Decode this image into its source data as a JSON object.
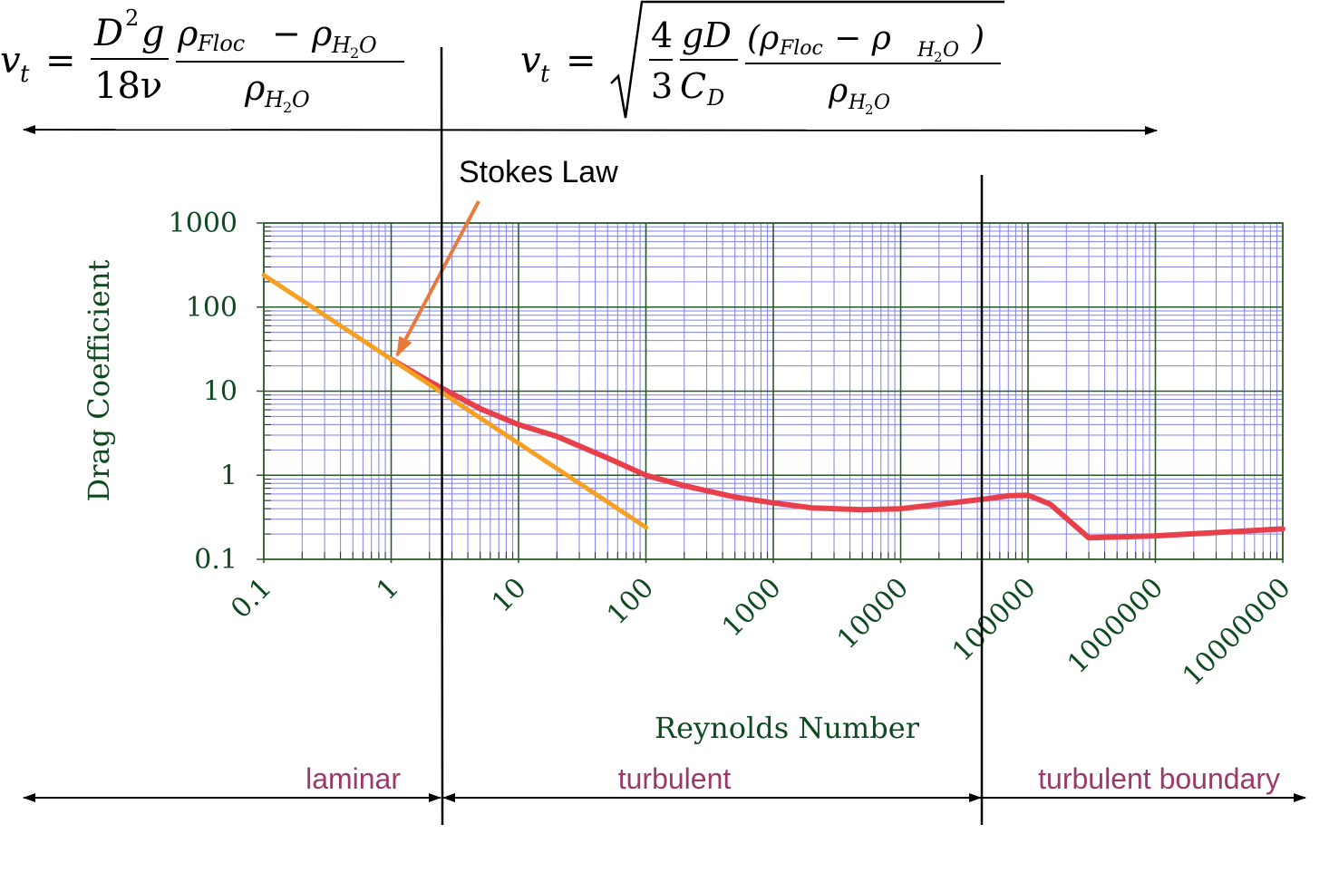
{
  "equations": {
    "laminar": {
      "lhs": "v",
      "lhs_sub": "t",
      "num1": "D",
      "num1_sup": "2",
      "num1_tail": "g",
      "den1": "18ν",
      "num2_a": "ρ",
      "num2_a_sub": "Floc",
      "num2_minus": "−",
      "num2_b": "ρ",
      "num2_b_sub": "H",
      "num2_b_sub2": "2",
      "num2_b_sub3": "O",
      "den2": "ρ",
      "den2_sub": "H",
      "den2_sub2": "2",
      "den2_sub3": "O"
    },
    "turbulent": {
      "lhs": "v",
      "lhs_sub": "t",
      "frac1_num": "4",
      "frac1_den": "3",
      "frac2_num": "gD",
      "frac2_den": "C",
      "frac2_den_sub": "D",
      "frac3_num_open": "(ρ",
      "frac3_num_sub": "Floc",
      "frac3_num_mid": " − ρ",
      "frac3_num_sub2": "H",
      "frac3_num_sub3": "2",
      "frac3_num_sub4": "O",
      "frac3_num_close": ")",
      "frac3_den": "ρ",
      "frac3_den_sub": "H",
      "frac3_den_sub2": "2",
      "frac3_den_sub3": "O"
    }
  },
  "annotation": {
    "stokes_law": "Stokes Law"
  },
  "regimes": {
    "laminar": "laminar",
    "turbulent": "turbulent",
    "turbulent_boundary": "turbulent boundary"
  },
  "colors": {
    "grid_minor": "#8080f0",
    "grid_major": "#2a5a2a",
    "axis_text": "#0f4a20",
    "drag_curve": "#e8404a",
    "stokes_line": "#f5a020",
    "arrow": "#e87a3a",
    "regime_text": "#9a3a6a"
  },
  "chart_data": {
    "type": "line",
    "xlabel": "Reynolds Number",
    "ylabel": "Drag Coefficient",
    "xscale": "log",
    "yscale": "log",
    "xlim": [
      0.1,
      10000000
    ],
    "ylim": [
      0.1,
      1000
    ],
    "x_ticks": [
      "0.1",
      "1",
      "10",
      "100",
      "1000",
      "10000",
      "100000",
      "1000000",
      "10000000"
    ],
    "y_ticks": [
      "0.1",
      "1",
      "10",
      "100",
      "1000"
    ],
    "grid": true,
    "series": [
      {
        "key": "drag",
        "x": [
          1,
          2,
          5,
          10,
          20,
          50,
          100,
          200,
          500,
          1000,
          2000,
          5000,
          10000,
          20000,
          50000,
          70000,
          100000,
          150000,
          300000,
          1000000,
          10000000
        ],
        "y": [
          24,
          13,
          6.2,
          4.0,
          2.9,
          1.6,
          1.0,
          0.75,
          0.55,
          0.47,
          0.41,
          0.39,
          0.4,
          0.45,
          0.53,
          0.57,
          0.58,
          0.45,
          0.18,
          0.19,
          0.23
        ]
      },
      {
        "key": "stokes",
        "x": [
          0.1,
          100
        ],
        "y": [
          240,
          0.24
        ]
      }
    ]
  }
}
